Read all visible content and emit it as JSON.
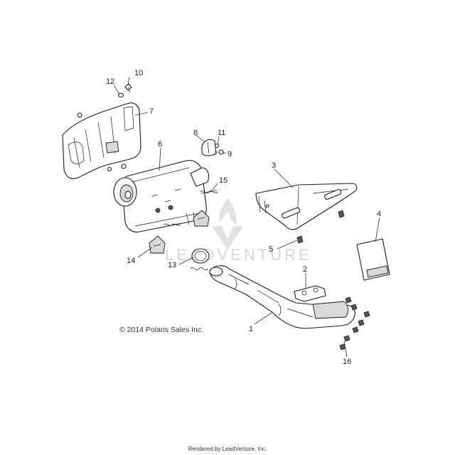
{
  "diagram": {
    "copyright": "© 2014 Polaris Sales Inc.",
    "credit": "Rendered by LeadVenture, Inc.",
    "watermark": "LEADVENTURE",
    "callouts": {
      "c1": "1",
      "c2": "2",
      "c3": "3",
      "c4": "4",
      "c5": "5",
      "c6": "6",
      "c7": "7",
      "c8": "8",
      "c9": "9",
      "c10": "10",
      "c11": "11",
      "c12": "12",
      "c13": "13",
      "c14": "14",
      "c15": "15",
      "c16": "16"
    }
  }
}
